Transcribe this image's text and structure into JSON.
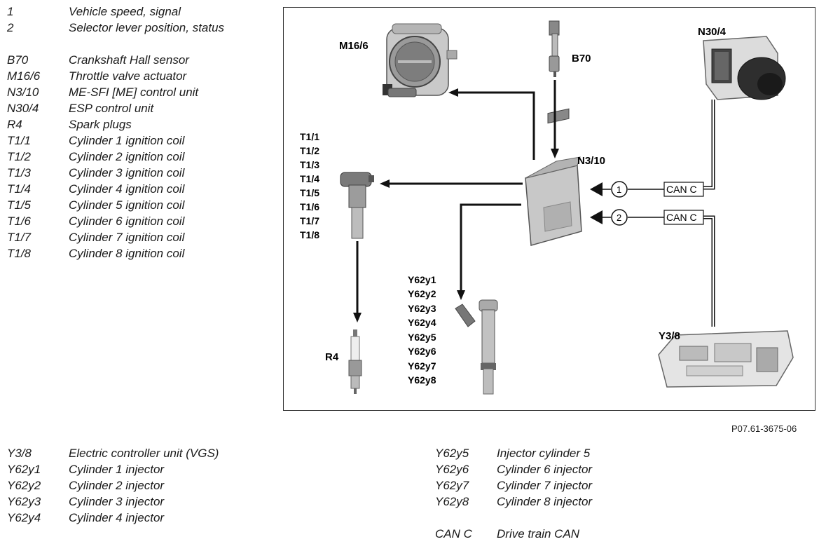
{
  "legend_top": [
    {
      "code": "1",
      "desc": "Vehicle speed, signal"
    },
    {
      "code": "2",
      "desc": "Selector lever position, status"
    },
    {
      "code": "B70",
      "desc": "Crankshaft Hall sensor"
    },
    {
      "code": "M16/6",
      "desc": "Throttle valve actuator"
    },
    {
      "code": "N3/10",
      "desc": "ME-SFI [ME] control unit"
    },
    {
      "code": "N30/4",
      "desc": "ESP control unit"
    },
    {
      "code": "R4",
      "desc": "Spark plugs"
    },
    {
      "code": "T1/1",
      "desc": "Cylinder 1 ignition coil"
    },
    {
      "code": "T1/2",
      "desc": "Cylinder 2 ignition coil"
    },
    {
      "code": "T1/3",
      "desc": "Cylinder 3 ignition coil"
    },
    {
      "code": "T1/4",
      "desc": "Cylinder 4 ignition coil"
    },
    {
      "code": "T1/5",
      "desc": "Cylinder 5 ignition coil"
    },
    {
      "code": "T1/6",
      "desc": "Cylinder 6 ignition coil"
    },
    {
      "code": "T1/7",
      "desc": "Cylinder 7 ignition coil"
    },
    {
      "code": "T1/8",
      "desc": "Cylinder 8 ignition coil"
    }
  ],
  "legend_bottom_left": [
    {
      "code": "Y3/8",
      "desc": "Electric controller unit (VGS)"
    },
    {
      "code": "Y62y1",
      "desc": "Cylinder 1 injector"
    },
    {
      "code": "Y62y2",
      "desc": "Cylinder 2 injector"
    },
    {
      "code": "Y62y3",
      "desc": "Cylinder 3 injector"
    },
    {
      "code": "Y62y4",
      "desc": "Cylinder 4 injector"
    }
  ],
  "legend_bottom_right": [
    {
      "code": "Y62y5",
      "desc": "Injector cylinder 5"
    },
    {
      "code": "Y62y6",
      "desc": "Cylinder 6 injector"
    },
    {
      "code": "Y62y7",
      "desc": "Cylinder 7 injector"
    },
    {
      "code": "Y62y8",
      "desc": "Cylinder 8 injector"
    },
    {
      "code": "CAN C",
      "desc": "Drive train CAN"
    }
  ],
  "diagram": {
    "labels": {
      "m16_6": "M16/6",
      "b70": "B70",
      "n30_4": "N30/4",
      "n3_10": "N3/10",
      "r4": "R4",
      "y3_8": "Y3/8"
    },
    "coil_labels": [
      "T1/1",
      "T1/2",
      "T1/3",
      "T1/4",
      "T1/5",
      "T1/6",
      "T1/7",
      "T1/8"
    ],
    "injector_labels": [
      "Y62y1",
      "Y62y2",
      "Y62y3",
      "Y62y4",
      "Y62y5",
      "Y62y6",
      "Y62y7",
      "Y62y8"
    ],
    "signal_1": "1",
    "signal_2": "2",
    "can_1": "CAN C",
    "can_2": "CAN C"
  },
  "reference": "P07.61-3675-06"
}
